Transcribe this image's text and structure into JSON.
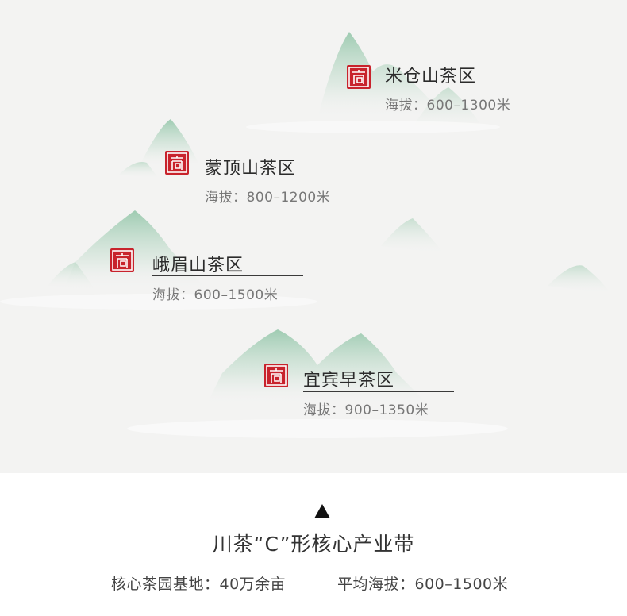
{
  "regions": [
    {
      "name": "米仓山茶区",
      "altitude": "海拔：600–1300米"
    },
    {
      "name": "蒙顶山茶区",
      "altitude": "海拔：800–1200米"
    },
    {
      "name": "峨眉山茶区",
      "altitude": "海拔：600–1500米"
    },
    {
      "name": "宜宾早茶区",
      "altitude": "海拔：900–1350米"
    }
  ],
  "seal_icon": "red-seal-icon",
  "marker_icon": "triangle-up-icon",
  "footer": {
    "title": "川茶“C”形核心产业带",
    "area": "核心茶园基地：40万余亩",
    "avg_altitude": "平均海拔：600–1500米"
  },
  "colors": {
    "seal": "#c8232c",
    "mountain": "#8fc4a6",
    "background": "#f3f3f2"
  }
}
